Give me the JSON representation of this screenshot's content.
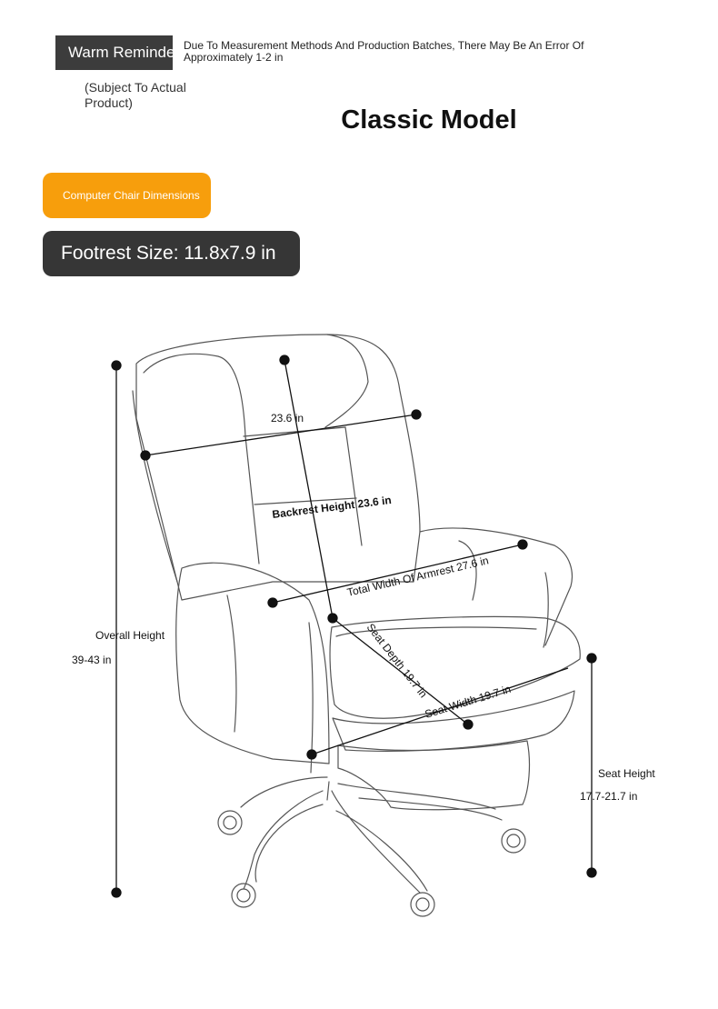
{
  "header": {
    "reminder_tag": "Warm Reminder",
    "reminder_text": "Due To Measurement Methods And Production Batches, There May Be An Error Of Approximately 1-2 in",
    "subject_note": "(Subject To Actual Product)",
    "title": "Classic Model"
  },
  "buttons": {
    "dimensions_label": "Computer Chair Dimensions"
  },
  "footrest": {
    "label": "Footrest Size: 11.8x7.9 in"
  },
  "dimensions": {
    "backrest_width": "23.6 in",
    "backrest_height": "Backrest Height 23.6 in",
    "armrest_width": "Total Width Of Armrest 27.6 in",
    "seat_depth": "Seat Depth 19.7 in",
    "seat_width": "Seat Width 19.7 in",
    "overall_height_label": "Overall Height",
    "overall_height_value": "39-43 in",
    "seat_height_label": "Seat Height",
    "seat_height_value": "17.7-21.7 in"
  },
  "colors": {
    "accent_orange": "#f79e0c",
    "dark_tag": "#363636"
  }
}
